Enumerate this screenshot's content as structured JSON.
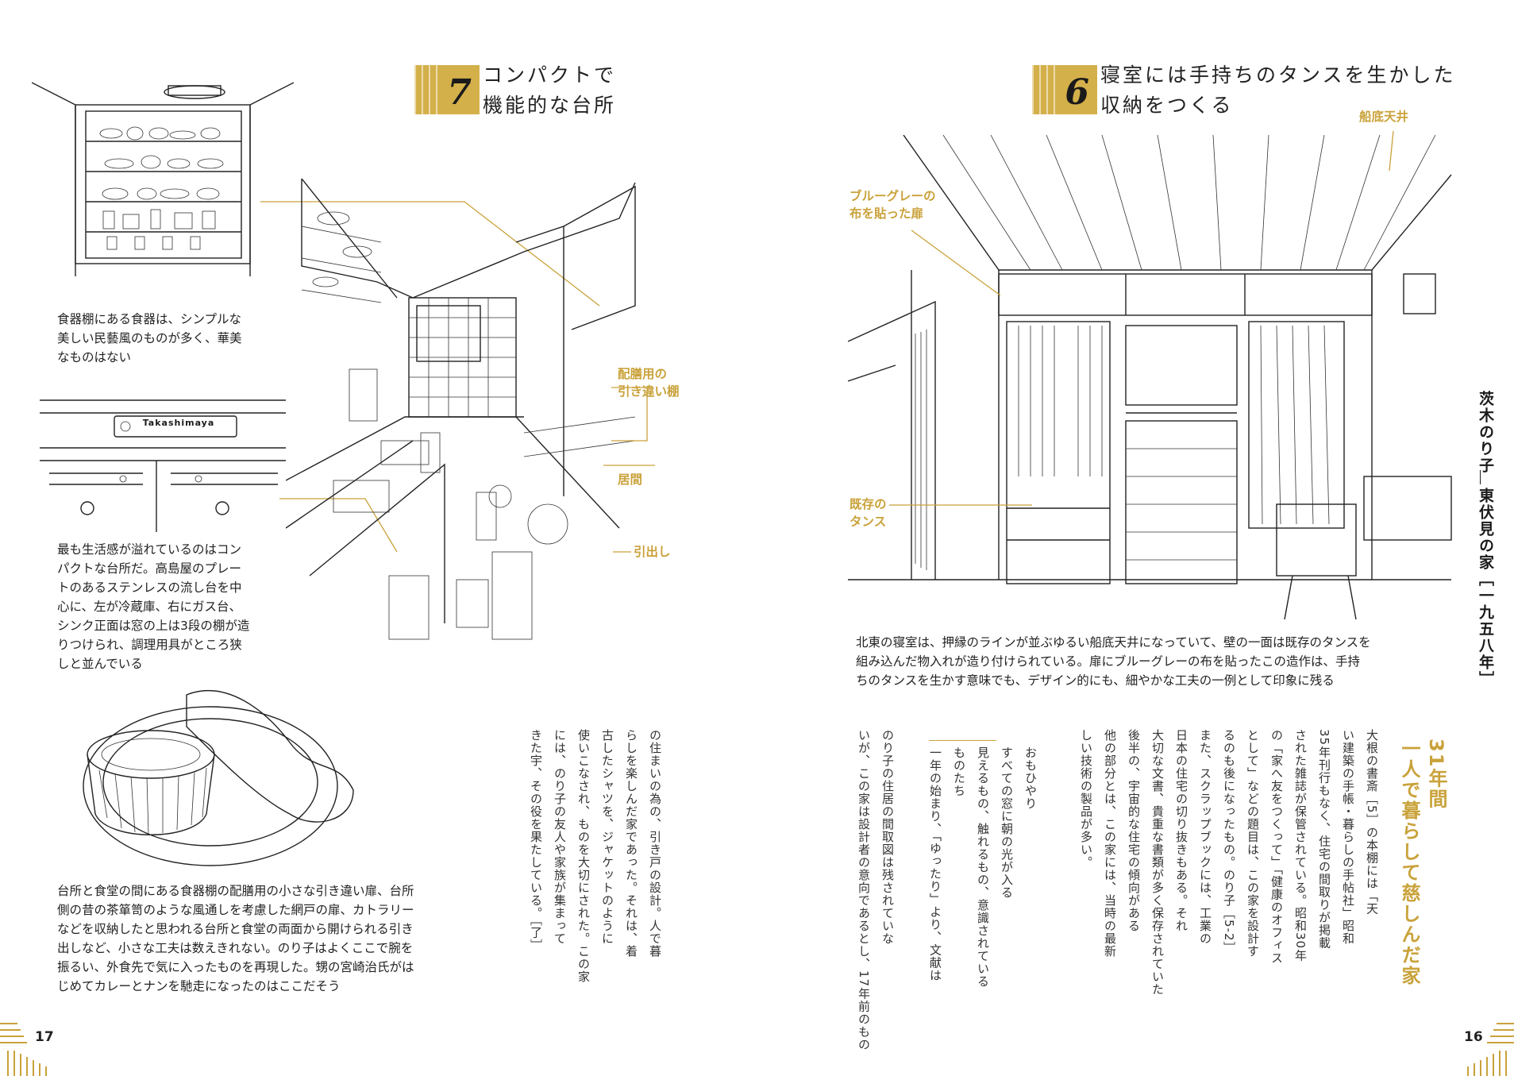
{
  "left_page": {
    "heading_number": "7",
    "heading_line1": "コンパクトで",
    "heading_line2": "機能的な台所",
    "caption_cupboard": "食器棚にある食器は、シンプルな美しい民藝風のものが多く、華美なものはない",
    "brand_plate": "Takashimaya",
    "caption_kitchen": "最も生活感が溢れているのはコンパクトな台所だ。高島屋のプレートのあるステンレスの流し台を中心に、左が冷蔵庫、右にガス台、シンク正面は窓の上は3段の棚が造りつけられ、調理用具がところ狭しと並んでいる",
    "label_hatch_shelf": "配膳用の\n引き違い棚",
    "label_living": "居間",
    "label_drawer": "引出し",
    "caption_curry": "台所と食堂の間にある食器棚の配膳用の小さな引き違い扉、台所側の昔の茶箪笥のような風通しを考慮した網戸の扉、カトラリーなどを収納したと思われる台所と食堂の両面から開けられる引き出しなど、小さな工夫は数えきれない。のり子はよくここで腕を振るい、外食先で気に入ったものを再現した。甥の宮崎治氏がはじめてカレーとナンを馳走になったのはここだそう",
    "body_columns": [
      "の住まいの為の、引き戸の設計。人で暮",
      "らしを楽しんだ家であった。それは、着",
      "古したシャツを、ジャケットのように",
      "使いこなされ、ものを大切にされた。この家",
      "には、のり子の友人や家族が集まって",
      "きた宇、その役を果たしている。［了］"
    ],
    "page_number": "17"
  },
  "right_page": {
    "heading_number": "6",
    "heading_line1": "寝室には手持ちのタンスを生かした",
    "heading_line2": "収納をつくる",
    "label_ceiling": "船底天井",
    "label_door": "ブルーグレーの\n布を貼った扉",
    "label_tansu": "既存の\nタンス",
    "caption_bedroom": "北東の寝室は、押縁のラインが並ぶゆるい船底天井になっていて、壁の一面は既存のタンスを組み込んだ物入れが造り付けられている。扉にブルーグレーの布を貼ったこの造作は、手持ちのタンスを生かす意味でも、デザイン的にも、細やかな工夫の一例として印象に残る",
    "feature_title": "31年間\n一人で暮らして慈しんだ家",
    "body_columns": [
      "大根の書斎［5］の本棚には「天",
      "い建築の手帳・暮らしの手帖社」昭和",
      "35年刊行もなく、住宅の間取りが掲載",
      "された雑誌が保管されている。昭和30年",
      "の「家へ友をつくって」「健康のオフィス",
      "として」などの題目は、この家を設計す",
      "るのも後になったもの。のり子［5-2］",
      "また、スクラップブックには、工業の",
      "日本の住宅の切り抜きもある。それ",
      "大切な文書、貴重な書類が多く保存されていた",
      "後半の、宇宙的な住宅の傾向がある",
      "他の部分とは、この家には、当時の最新",
      "しい技術の製品が多い。"
    ],
    "side_column": [
      "のり子の住居の間取図は残されていな",
      "いが、この家は設計者の意向であるとし、17年前のもの"
    ],
    "quote_columns": [
      "おもひやり",
      "すべての窓に朝の光が入る",
      "見えるもの、触れるもの、意識されている",
      "ものたち",
      "一年の始まり、「ゆったり」より、文献は"
    ],
    "side_title": "茨木のり子",
    "side_subtitle": "東伏見の家［一九五八年］",
    "page_number": "16"
  }
}
